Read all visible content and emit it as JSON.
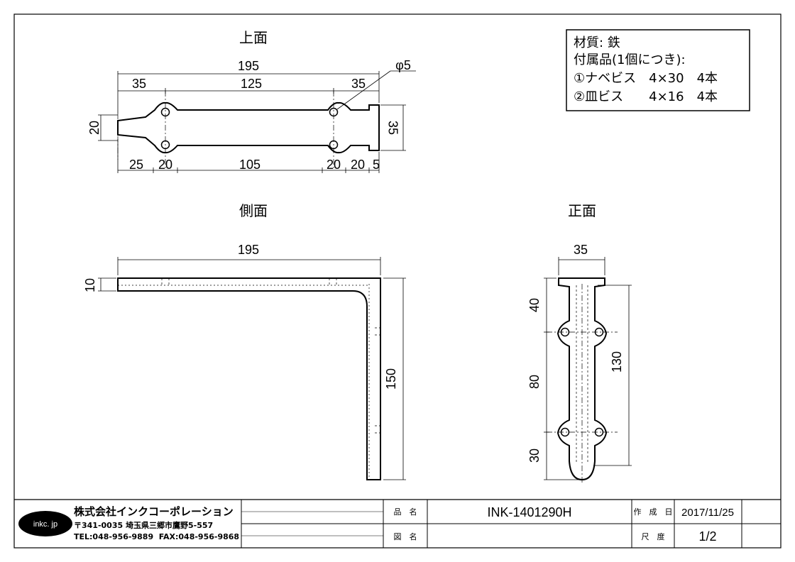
{
  "views": {
    "top": {
      "title": "上面",
      "dims": {
        "overall": "195",
        "left_margin": "35",
        "hole_pitch": "125",
        "right_margin": "35",
        "hole_dia": "φ5",
        "width": "20",
        "plate_height": "35",
        "seg1": "25",
        "seg2": "20",
        "seg3": "105",
        "seg4": "20",
        "seg5": "20",
        "seg6": "5"
      }
    },
    "side": {
      "title": "側面",
      "dims": {
        "overall": "195",
        "thickness": "10",
        "height": "150"
      }
    },
    "front": {
      "title": "正面",
      "dims": {
        "width": "35",
        "top": "40",
        "middle": "80",
        "bottom": "30",
        "hole_pitch": "130"
      }
    }
  },
  "spec": {
    "material": "材質: 鉄",
    "accessories": "付属品(1個につき):",
    "item1": "①ナベビス　4×30　4本",
    "item2": "②皿ビス　　4×16　4本"
  },
  "title_block": {
    "logo": "inkc. jp",
    "company": "株式会社インクコーポレーション",
    "address": "〒341-0035 埼玉県三郷市鷹野5-557",
    "contact": "TEL:048-956-9889  FAX:048-956-9868",
    "part_name_label": "品　名",
    "part_name_value": "INK-1401290H",
    "drawing_name_label": "図　名",
    "drawing_name_value": "",
    "date_label": "作　成　日",
    "date_value": "2017/11/25",
    "scale_label": "尺　度",
    "scale_value": "1/2"
  }
}
